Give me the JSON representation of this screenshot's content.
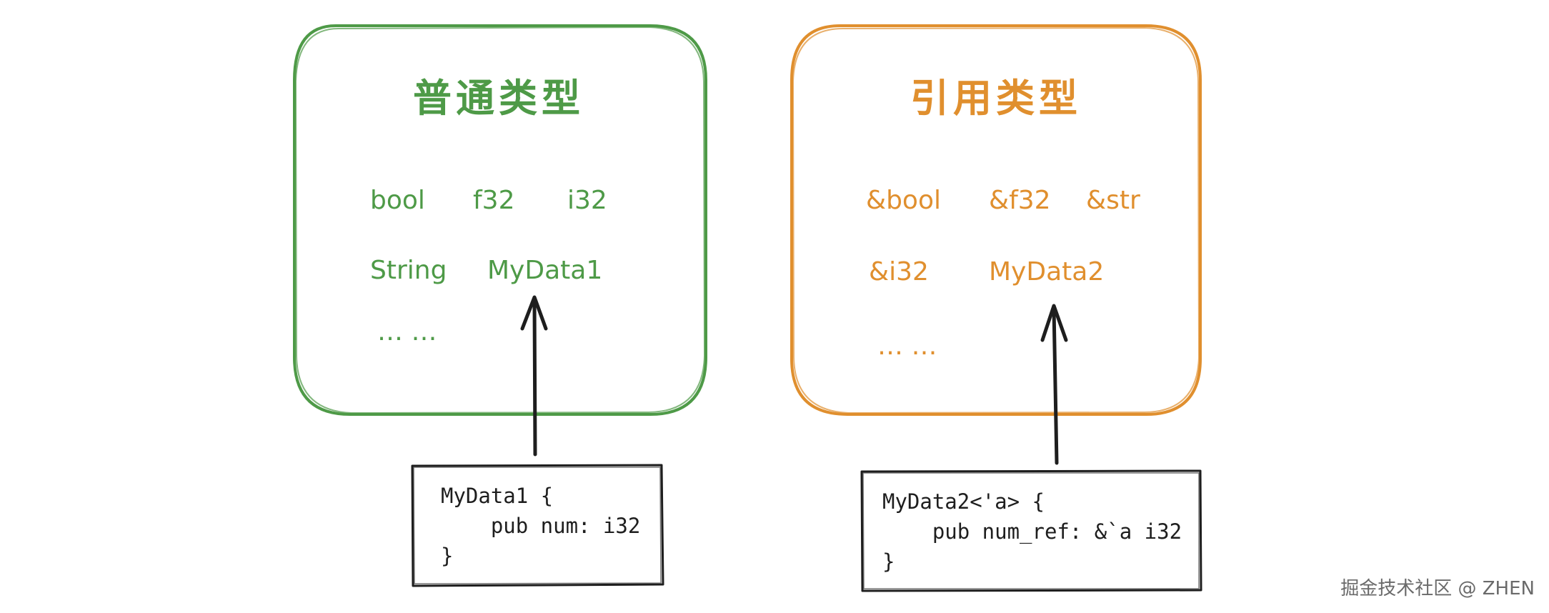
{
  "colors": {
    "normal": "#4e9a47",
    "reference": "#e08f2e",
    "ink": "#1e1e1e",
    "watermark": "#6a6a6a"
  },
  "normal_box": {
    "title": "普通类型",
    "items_row1": [
      "bool",
      "f32",
      "i32"
    ],
    "items_row2": [
      "String",
      "MyData1"
    ],
    "ellipsis": "… …"
  },
  "reference_box": {
    "title": "引用类型",
    "items_row1": [
      "&bool",
      "&f32",
      "&str"
    ],
    "items_row2": [
      "&i32",
      "MyData2"
    ],
    "ellipsis": "… …"
  },
  "code_box_1": {
    "lines": [
      "MyData1 {",
      "    pub num: i32",
      "}"
    ]
  },
  "code_box_2": {
    "lines": [
      "MyData2<'a> {",
      "    pub num_ref: &`a i32",
      "}"
    ]
  },
  "watermark": "掘金技术社区 @ ZHEN"
}
